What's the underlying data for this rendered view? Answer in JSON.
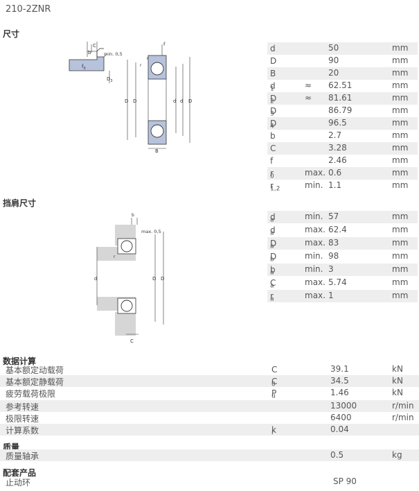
{
  "title": "210-2ZNR",
  "sections": {
    "dimensions": "尺寸",
    "abutment": "挡肩尺寸",
    "calc": "数据计算",
    "mass": "质量",
    "related": "配套产品"
  },
  "diagram1_labels": {
    "C": "C",
    "b": "b",
    "min05": "min. 0,5",
    "f0": "f",
    "f0sub": "0",
    "D3": "D",
    "D3sub": "3",
    "r2": "r",
    "r1": "r",
    "f": "f",
    "D": "D",
    "D2": "D",
    "d": "d",
    "d1": "d",
    "D4": "D",
    "B": "B"
  },
  "diagram2_labels": {
    "ba": "b",
    "max05": "max. 0,5",
    "ra": "r",
    "da": "d",
    "Da": "D",
    "Db": "D",
    "Ca": "C"
  },
  "dimensions": [
    {
      "sym": "d",
      "sub": "",
      "qual": "",
      "val": "50",
      "unit": "mm"
    },
    {
      "sym": "D",
      "sub": "",
      "qual": "",
      "val": "90",
      "unit": "mm"
    },
    {
      "sym": "B",
      "sub": "",
      "qual": "",
      "val": "20",
      "unit": "mm"
    },
    {
      "sym": "d",
      "sub": "1",
      "qual": "≈",
      "val": "62.51",
      "unit": "mm"
    },
    {
      "sym": "D",
      "sub": "2",
      "qual": "≈",
      "val": "81.61",
      "unit": "mm"
    },
    {
      "sym": "D",
      "sub": "3",
      "qual": "",
      "val": "86.79",
      "unit": "mm"
    },
    {
      "sym": "D",
      "sub": "4",
      "qual": "",
      "val": "96.5",
      "unit": "mm"
    },
    {
      "sym": "b",
      "sub": "",
      "qual": "",
      "val": "2.7",
      "unit": "mm"
    },
    {
      "sym": "C",
      "sub": "",
      "qual": "",
      "val": "3.28",
      "unit": "mm"
    },
    {
      "sym": "f",
      "sub": "",
      "qual": "",
      "val": "2.46",
      "unit": "mm"
    },
    {
      "sym": "r",
      "sub": "0",
      "qual": "max.",
      "val": "0.6",
      "unit": "mm"
    },
    {
      "sym": "r",
      "sub": "1,2",
      "qual": "min.",
      "val": "1.1",
      "unit": "mm"
    }
  ],
  "abutment": [
    {
      "sym": "d",
      "sub": "a",
      "qual": "min.",
      "val": "57",
      "unit": "mm"
    },
    {
      "sym": "d",
      "sub": "a",
      "qual": "max.",
      "val": "62.4",
      "unit": "mm"
    },
    {
      "sym": "D",
      "sub": "a",
      "qual": "max.",
      "val": "83",
      "unit": "mm"
    },
    {
      "sym": "D",
      "sub": "b",
      "qual": "min.",
      "val": "98",
      "unit": "mm"
    },
    {
      "sym": "b",
      "sub": "a",
      "qual": "min.",
      "val": "3",
      "unit": "mm"
    },
    {
      "sym": "C",
      "sub": "a",
      "qual": "max.",
      "val": "5.74",
      "unit": "mm"
    },
    {
      "sym": "r",
      "sub": "a",
      "qual": "max.",
      "val": "1",
      "unit": "mm"
    }
  ],
  "calc": [
    {
      "label": "基本额定动载荷",
      "sym": "C",
      "sub": "",
      "val": "39.1",
      "unit": "kN"
    },
    {
      "label": "基本额定静载荷",
      "sym": "C",
      "sub": "0",
      "val": "34.5",
      "unit": "kN"
    },
    {
      "label": "疲劳载荷极限",
      "sym": "P",
      "sub": "u",
      "val": "1.46",
      "unit": "kN"
    },
    {
      "label": "参考转速",
      "sym": "",
      "sub": "",
      "val": "13000",
      "unit": "r/min"
    },
    {
      "label": "极限转速",
      "sym": "",
      "sub": "",
      "val": "6400",
      "unit": "r/min"
    },
    {
      "label": "计算系数",
      "sym": "k",
      "sub": "r",
      "val": "0.04",
      "unit": ""
    }
  ],
  "mass": {
    "label": "质量轴承",
    "val": "0.5",
    "unit": "kg"
  },
  "related": {
    "label": "止动环",
    "val": "SP 90"
  }
}
